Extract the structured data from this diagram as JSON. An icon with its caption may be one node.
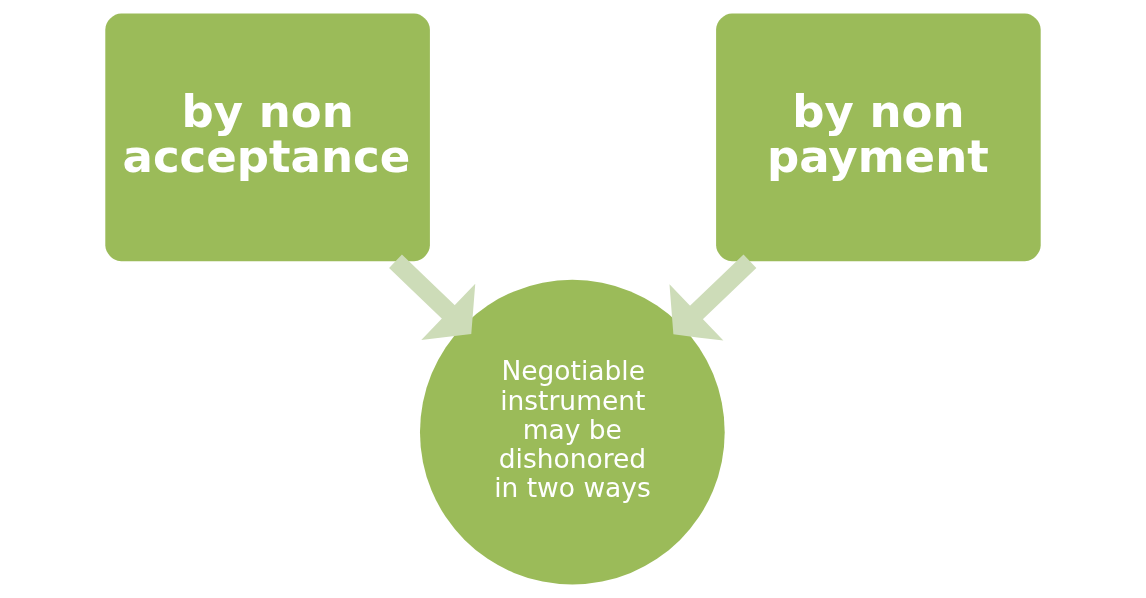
{
  "diagram": {
    "nodes": [
      {
        "text": [
          "by non acceptance"
        ]
      },
      {
        "text": [
          "Negotiable instrument may be dishonored in two ways"
        ]
      },
      {
        "text": [
          "by non payment"
        ]
      }
    ],
    "edges": [
      {
        "from": 0,
        "to": 1,
        "arrow": "to"
      },
      {
        "from": 2,
        "to": 1,
        "arrow": "to"
      }
    ]
  }
}
